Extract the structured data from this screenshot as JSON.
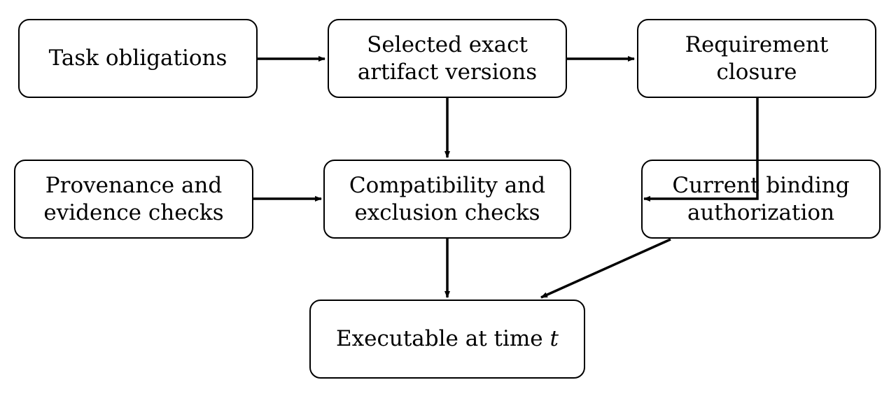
{
  "nodes": {
    "task_obligations": {
      "lines": [
        "Task obligations"
      ]
    },
    "selected_artifacts": {
      "lines": [
        "Selected exact",
        "artifact versions"
      ]
    },
    "requirement_closure": {
      "lines": [
        "Requirement",
        "closure"
      ]
    },
    "provenance_checks": {
      "lines": [
        "Provenance and",
        "evidence checks"
      ]
    },
    "compatibility_checks": {
      "lines": [
        "Compatibility and",
        "exclusion checks"
      ]
    },
    "current_authorization": {
      "lines": [
        "Current binding",
        "authorization"
      ]
    },
    "executable": {
      "text": "Executable at time ",
      "variable": "t"
    }
  },
  "colors": {
    "stroke": "#000000",
    "fill": "#ffffff"
  }
}
